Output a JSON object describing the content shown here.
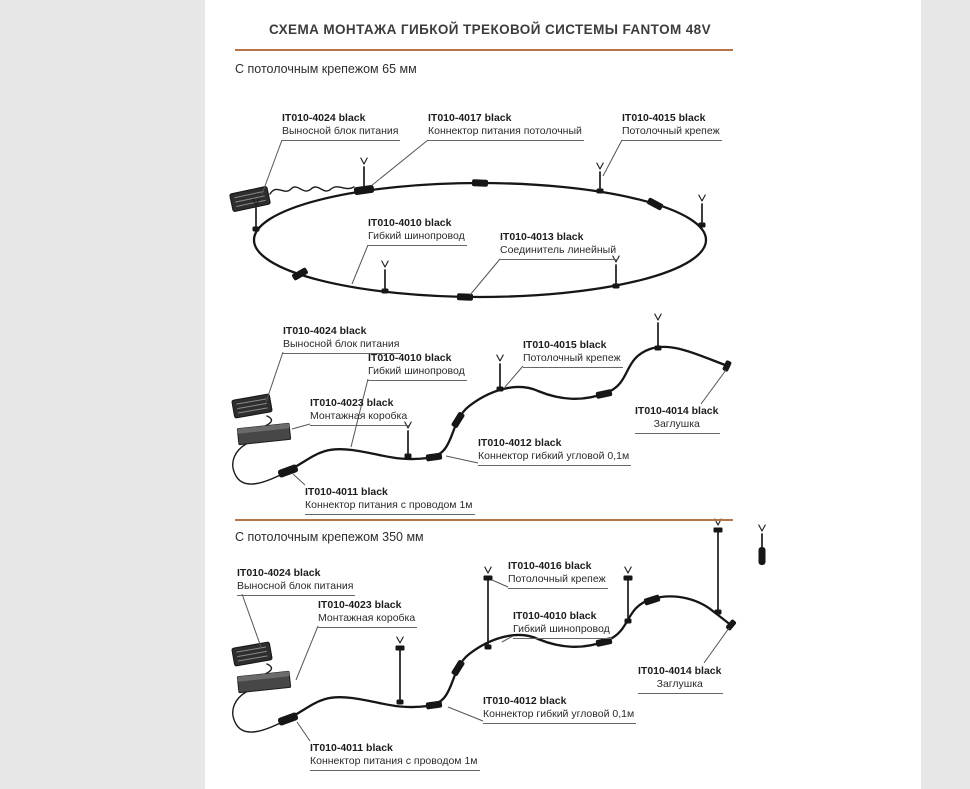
{
  "page": {
    "title": "СХЕМА МОНТАЖА ГИБКОЙ ТРЕКОВОЙ СИСТЕМЫ FANTOM 48V",
    "accent": "#b5744a",
    "paper": "#ffffff",
    "background": "#e7e7e7",
    "ink": "#161616"
  },
  "sections": [
    {
      "heading": "С потолочным крепежом 65 мм",
      "ring_callouts": [
        {
          "code": "IT010-4024 black",
          "name": "Выносной блок питания"
        },
        {
          "code": "IT010-4017 black",
          "name": "Коннектор питания потолочный"
        },
        {
          "code": "IT010-4015 black",
          "name": "Потолочный крепеж"
        },
        {
          "code": "IT010-4010 black",
          "name": "Гибкий шинопровод"
        },
        {
          "code": "IT010-4013 black",
          "name": "Соединитель линейный"
        }
      ],
      "wave_callouts": [
        {
          "code": "IT010-4024 black",
          "name": "Выносной блок питания"
        },
        {
          "code": "IT010-4010 black",
          "name": "Гибкий шинопровод"
        },
        {
          "code": "IT010-4015 black",
          "name": "Потолочный крепеж"
        },
        {
          "code": "IT010-4023 black",
          "name": "Монтажная коробка"
        },
        {
          "code": "IT010-4014 black",
          "name": "Заглушка"
        },
        {
          "code": "IT010-4012 black",
          "name": "Коннектор гибкий угловой 0,1м"
        },
        {
          "code": "IT010-4011 black",
          "name": "Коннектор питания с проводом 1м"
        }
      ]
    },
    {
      "heading": "С потолочным крепежом 350 мм",
      "callouts": [
        {
          "code": "IT010-4024 black",
          "name": "Выносной блок питания"
        },
        {
          "code": "IT010-4016 black",
          "name": "Потолочный крепеж"
        },
        {
          "code": "IT010-4023 black",
          "name": "Монтажная коробка"
        },
        {
          "code": "IT010-4010 black",
          "name": "Гибкий шинопровод"
        },
        {
          "code": "IT010-4014 black",
          "name": "Заглушка"
        },
        {
          "code": "IT010-4012 black",
          "name": "Коннектор гибкий угловой 0,1м"
        },
        {
          "code": "IT010-4011 black",
          "name": "Коннектор питания с проводом 1м"
        }
      ]
    }
  ]
}
